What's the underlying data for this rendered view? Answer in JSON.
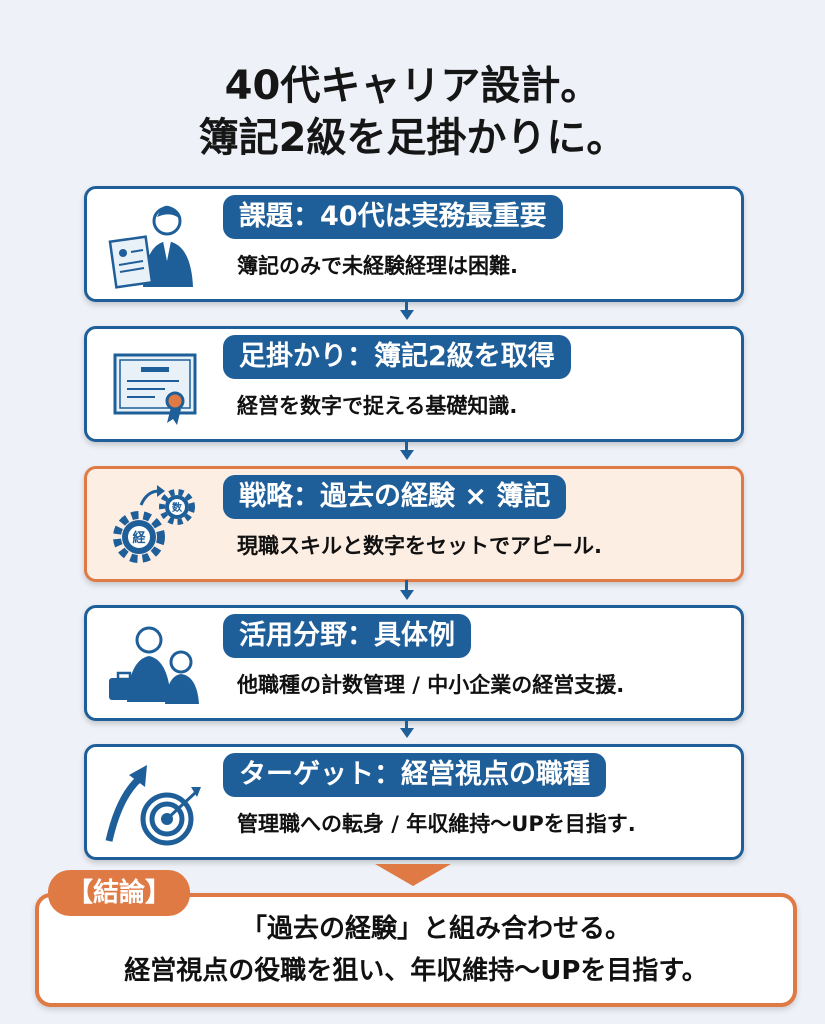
{
  "title": {
    "line1": "40代キャリア設計。",
    "line2": "簿記2級を足掛かりに。"
  },
  "steps": [
    {
      "label": "課題：40代は実務最重要",
      "desc": "簿記のみで未経験経理は困難.",
      "icon": "businessman-resume-icon"
    },
    {
      "label": "足掛かり：簿記2級を取得",
      "desc": "経営を数字で捉える基礎知識.",
      "icon": "certificate-icon"
    },
    {
      "label": "戦略：過去の経験 × 簿記",
      "desc": "現職スキルと数字をセットでアピール.",
      "icon": "gears-icon",
      "gear_big": "経",
      "gear_small": "数"
    },
    {
      "label": "活用分野：具体例",
      "desc": "他職種の計数管理 / 中小企業の経営支援.",
      "icon": "team-briefcase-icon"
    },
    {
      "label": "ターゲット：経営視点の職種",
      "desc": "管理職への転身 / 年収維持〜UPを目指す.",
      "icon": "target-arrow-icon"
    }
  ],
  "conclusion": {
    "tag": "【結論】",
    "line1": "「過去の経験」と組み合わせる。",
    "line2": "経営視点の役職を狙い、年収維持〜UPを目指す。"
  },
  "colors": {
    "blue": "#1f5f99",
    "orange": "#e07a45",
    "orange_bg": "#fdeee3",
    "background": "#eef2f8"
  }
}
